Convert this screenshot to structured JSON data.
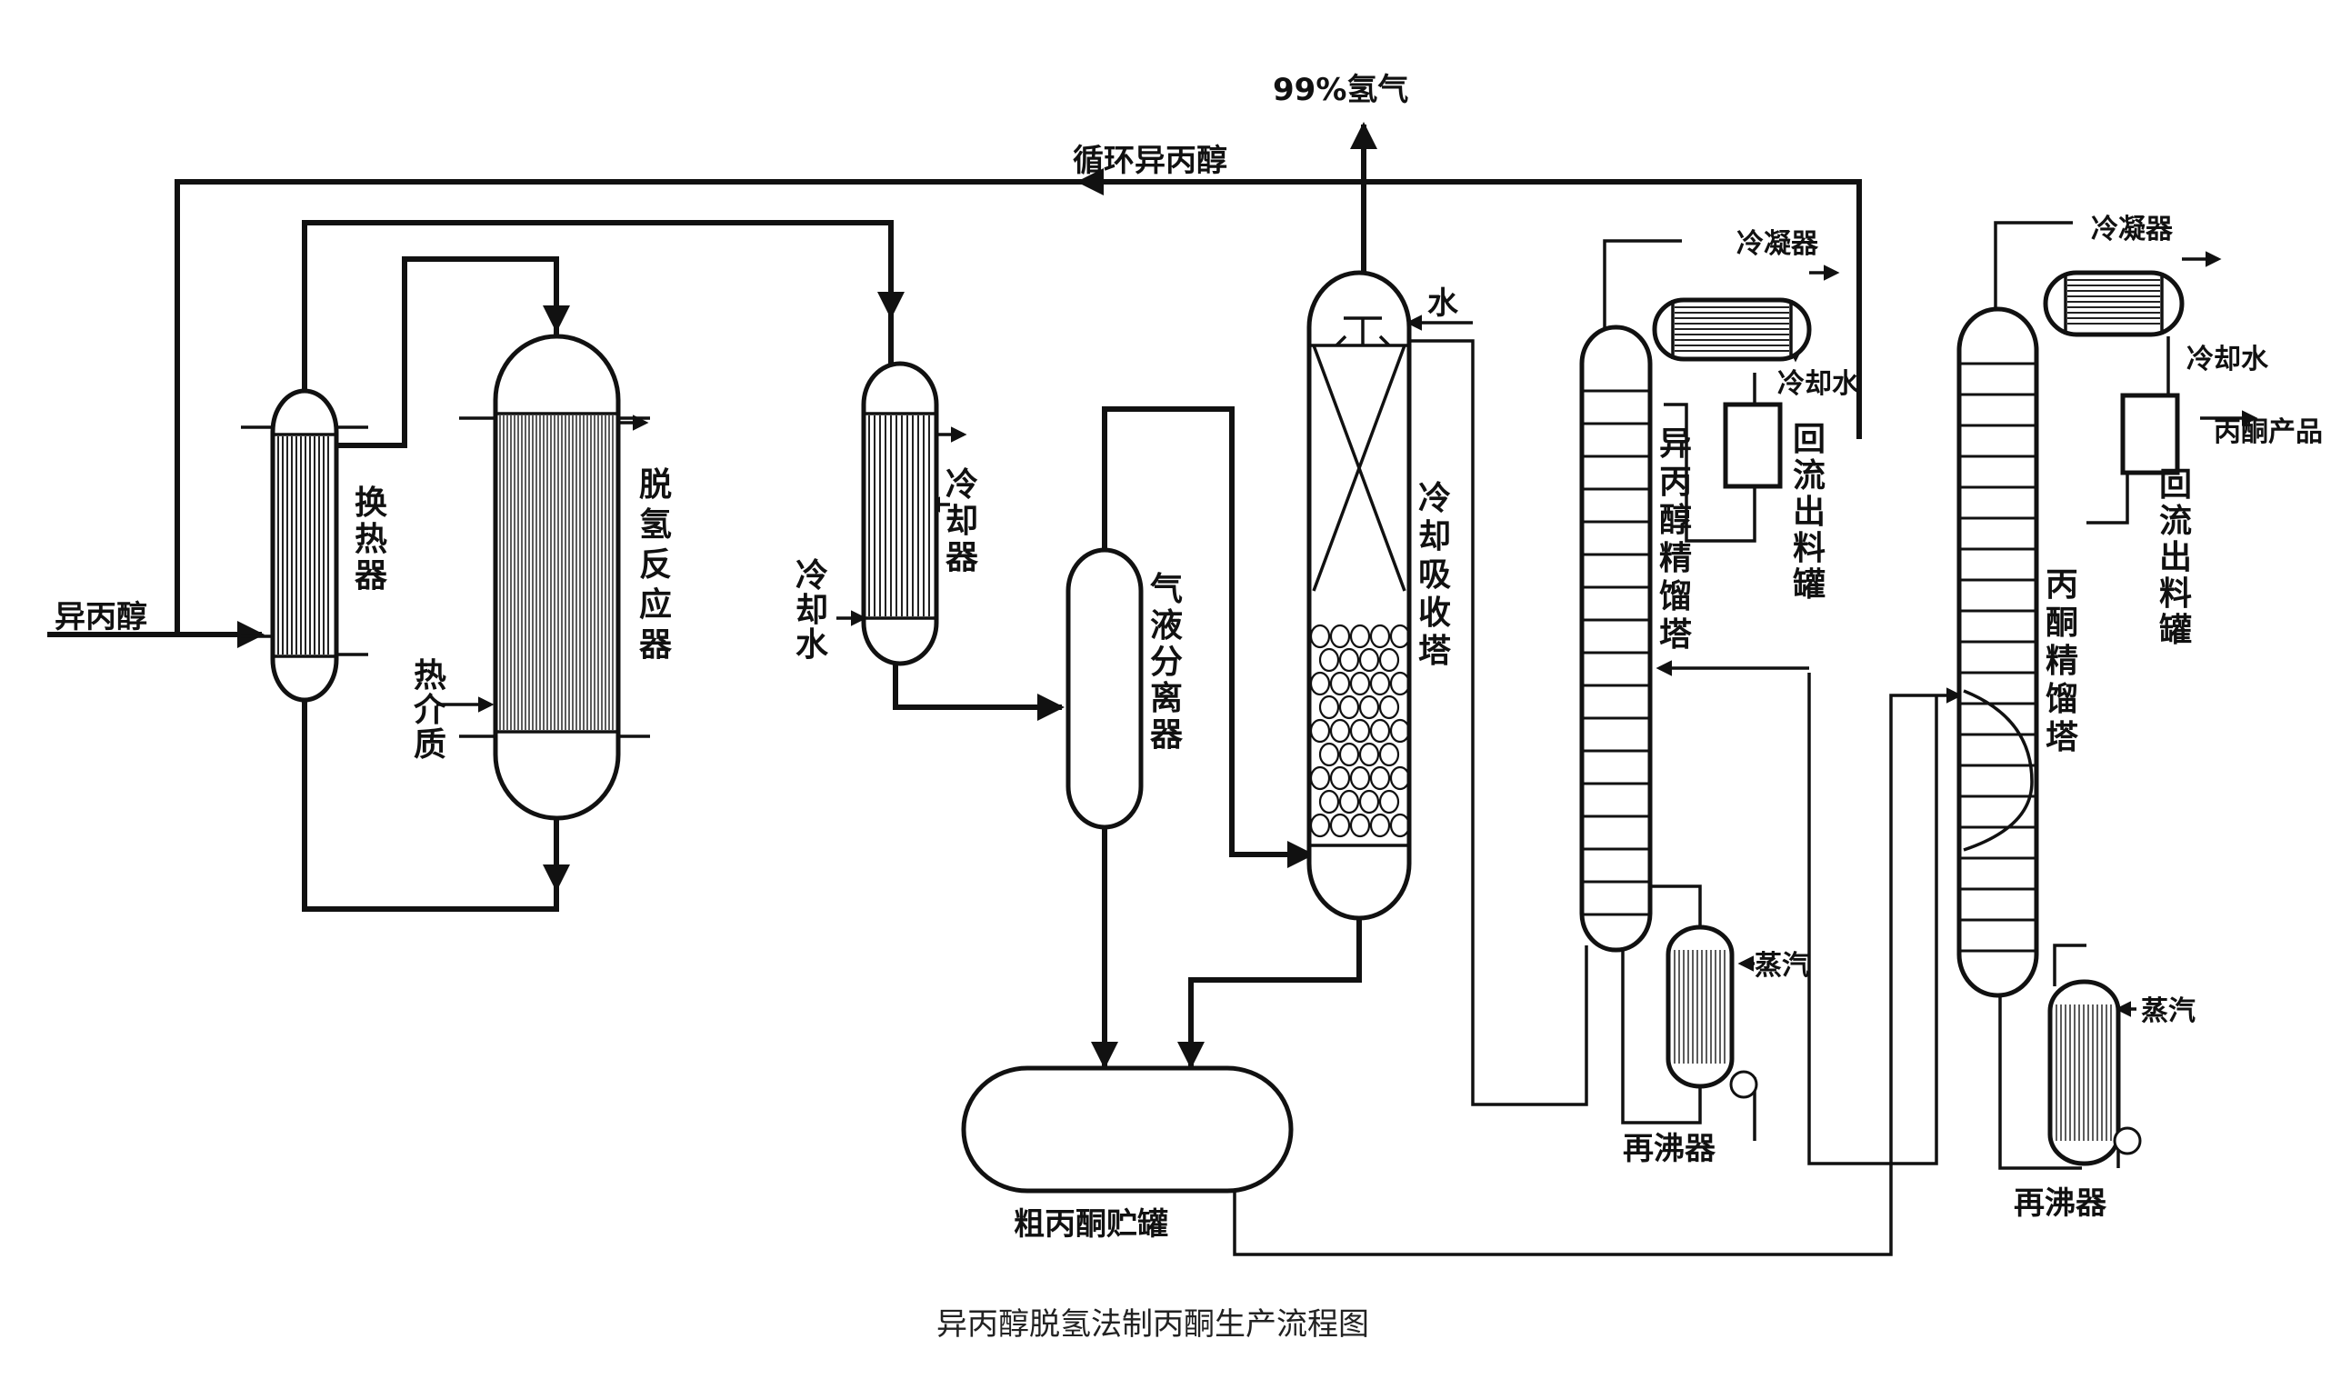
{
  "title": "异丙醇脱氢法制丙酮生产流程图",
  "streams": {
    "hydrogen": "99%氢气",
    "recycle_ipa": "循环异丙醇",
    "ipa_feed": "异丙醇",
    "water": "水",
    "heat_medium": [
      "热",
      "介",
      "质"
    ],
    "cooling_water_left": [
      "冷",
      "却",
      "水"
    ],
    "cooling_water_col1": "冷却水",
    "cooling_water_col2": "冷却水",
    "steam_1": "蒸汽",
    "steam_2": "蒸汽",
    "acetone_product": "丙酮产品"
  },
  "equipment": {
    "heat_exchanger": [
      "换",
      "热",
      "器"
    ],
    "reactor": [
      "脱",
      "氢",
      "反",
      "应",
      "器"
    ],
    "cooler": [
      "冷",
      "却",
      "器"
    ],
    "gl_separator": [
      "气",
      "液",
      "分",
      "离",
      "器"
    ],
    "absorber": [
      "冷",
      "却",
      "吸",
      "收",
      "塔"
    ],
    "crude_tank": "粗丙酮贮罐",
    "ipa_column": [
      "异",
      "丙",
      "醇",
      "精",
      "馏",
      "塔"
    ],
    "condenser_1": "冷凝器",
    "reflux_tank_1": [
      "回",
      "流",
      "出",
      "料",
      "罐"
    ],
    "reboiler_1": "再沸器",
    "acetone_column": [
      "丙",
      "酮",
      "精",
      "馏",
      "塔"
    ],
    "condenser_2": "冷凝器",
    "reflux_tank_2": [
      "回",
      "流",
      "出",
      "料",
      "罐"
    ],
    "reboiler_2": "再沸器"
  }
}
